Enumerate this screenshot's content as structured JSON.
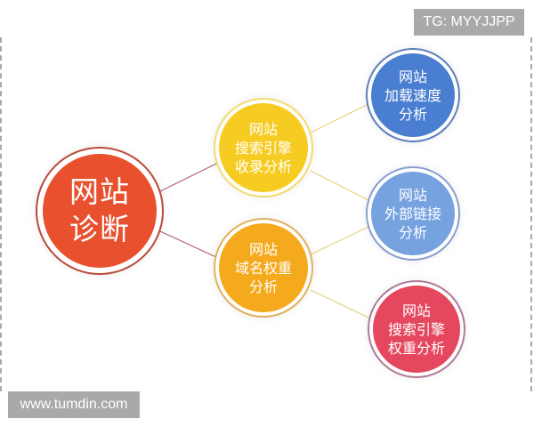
{
  "watermarks": {
    "top_right": "TG: MYYJJPP",
    "bottom_left": "www.tumdin.com"
  },
  "colors": {
    "main": "#e8502e",
    "yellow": "#f7cc22",
    "orange": "#f4aa1c",
    "blue_dark": "#4a7ed0",
    "blue_light": "#76a2e0",
    "pink_red": "#e5485e",
    "link_main": "#b06070",
    "link_secondary": "#e6d080"
  },
  "diagram": {
    "root": {
      "lines": [
        "网站",
        "诊断"
      ]
    },
    "level2": [
      {
        "id": "search-inclusion",
        "lines": [
          "网站",
          "搜索引擎",
          "收录分析"
        ]
      },
      {
        "id": "domain-weight",
        "lines": [
          "网站",
          "域名权重",
          "分析"
        ]
      }
    ],
    "level3": [
      {
        "id": "load-speed",
        "lines": [
          "网站",
          "加载速度",
          "分析"
        ]
      },
      {
        "id": "external-links",
        "lines": [
          "网站",
          "外部链接",
          "分析"
        ]
      },
      {
        "id": "search-weight",
        "lines": [
          "网站",
          "搜索引擎",
          "权重分析"
        ]
      }
    ]
  }
}
